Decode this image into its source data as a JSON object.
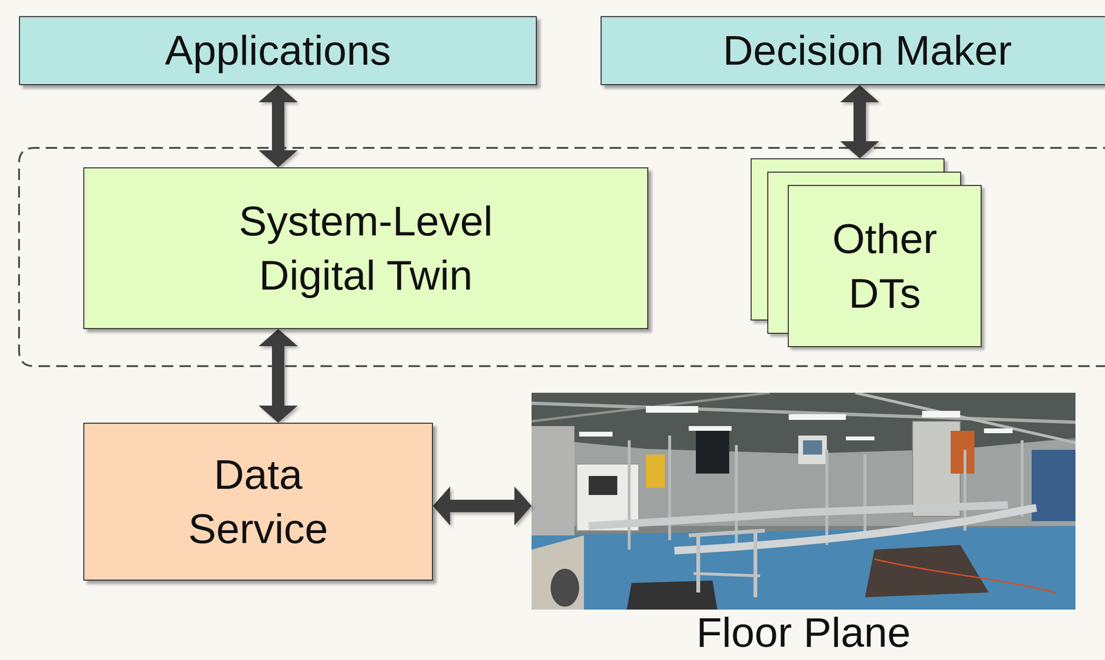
{
  "diagram": {
    "nodes": [
      {
        "text": [
          "Applications"
        ]
      },
      {
        "text": [
          "Decision Maker"
        ]
      },
      {
        "text": [
          "System-Level Digital Twin"
        ]
      },
      {
        "text": [
          "Other DTs"
        ]
      },
      {
        "text": [
          "Data Service"
        ]
      },
      {
        "text": [
          "Floor Plane"
        ]
      }
    ],
    "edges": [
      {
        "from": 0,
        "to": 2,
        "arrow": "both"
      },
      {
        "from": 1,
        "to": 3,
        "arrow": "both"
      },
      {
        "from": 2,
        "to": 4,
        "arrow": "both"
      },
      {
        "from": 4,
        "to": 5,
        "arrow": "both"
      }
    ]
  }
}
